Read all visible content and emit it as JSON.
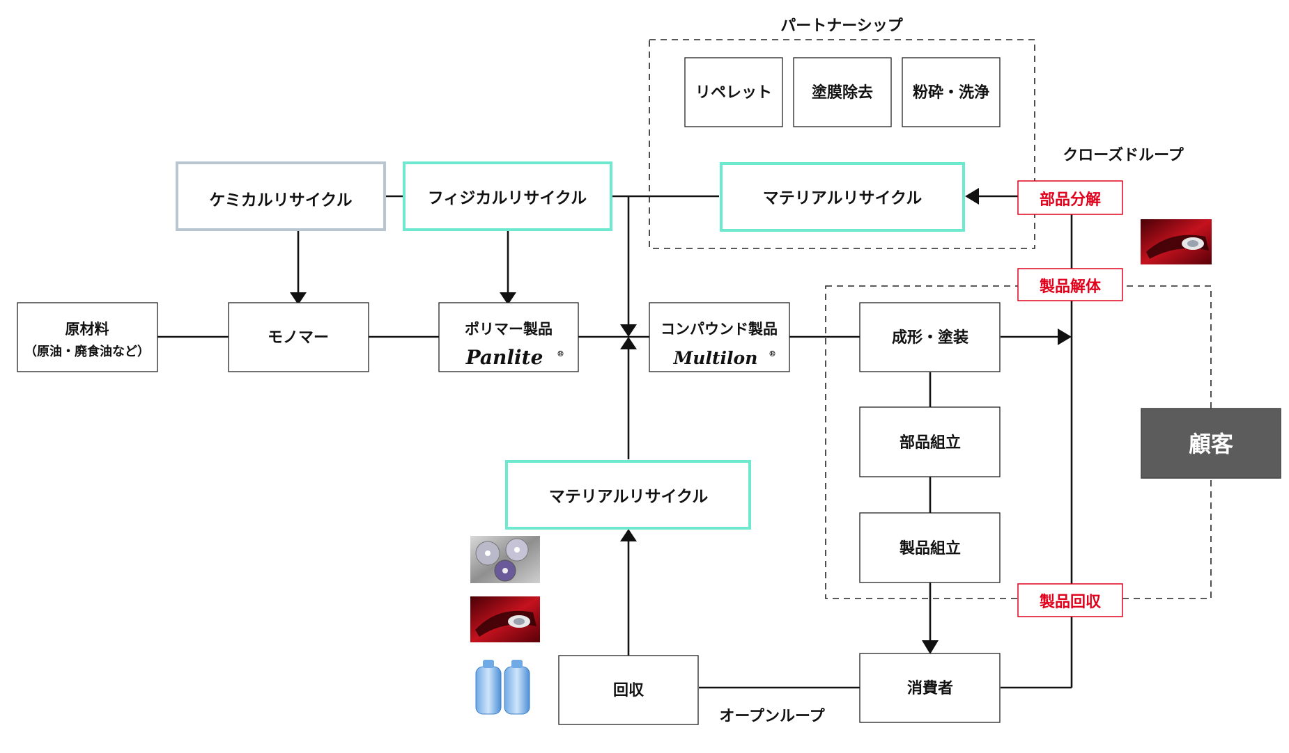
{
  "partnership": {
    "title": "パートナーシップ",
    "steps": [
      "リペレット",
      "塗膜除去",
      "粉砕・洗浄"
    ]
  },
  "closed_loop_label": "クローズドループ",
  "open_loop_label": "オープンループ",
  "chemical_recycle": "ケミカルリサイクル",
  "physical_recycle": "フィジカルリサイクル",
  "material_recycle_top": "マテリアルリサイクル",
  "material_recycle_bottom": "マテリアルリサイクル",
  "raw_material": {
    "line1": "原材料",
    "line2": "（原油・廃食油など）"
  },
  "monomer": "モノマー",
  "polymer": {
    "label": "ポリマー製品",
    "brand": "Panlite",
    "mark": "®"
  },
  "compound": {
    "label": "コンパウンド製品",
    "brand": "Multilon",
    "mark": "®"
  },
  "molding": "成形・塗装",
  "parts_assembly": "部品組立",
  "product_assembly": "製品組立",
  "consumer": "消費者",
  "collection": "回収",
  "customer": "顧客",
  "red_labels": {
    "parts_disassembly": "部品分解",
    "product_dismantling": "製品解体",
    "product_collection": "製品回収"
  },
  "colors": {
    "teal": "#6ee8cf",
    "gray_border": "#b9c6d0",
    "red": "#e0001b",
    "customer_fill": "#5c5c5c"
  },
  "images": [
    "discs-photo",
    "car-headlight-photo",
    "water-bottles-photo",
    "car-headlight-photo"
  ]
}
